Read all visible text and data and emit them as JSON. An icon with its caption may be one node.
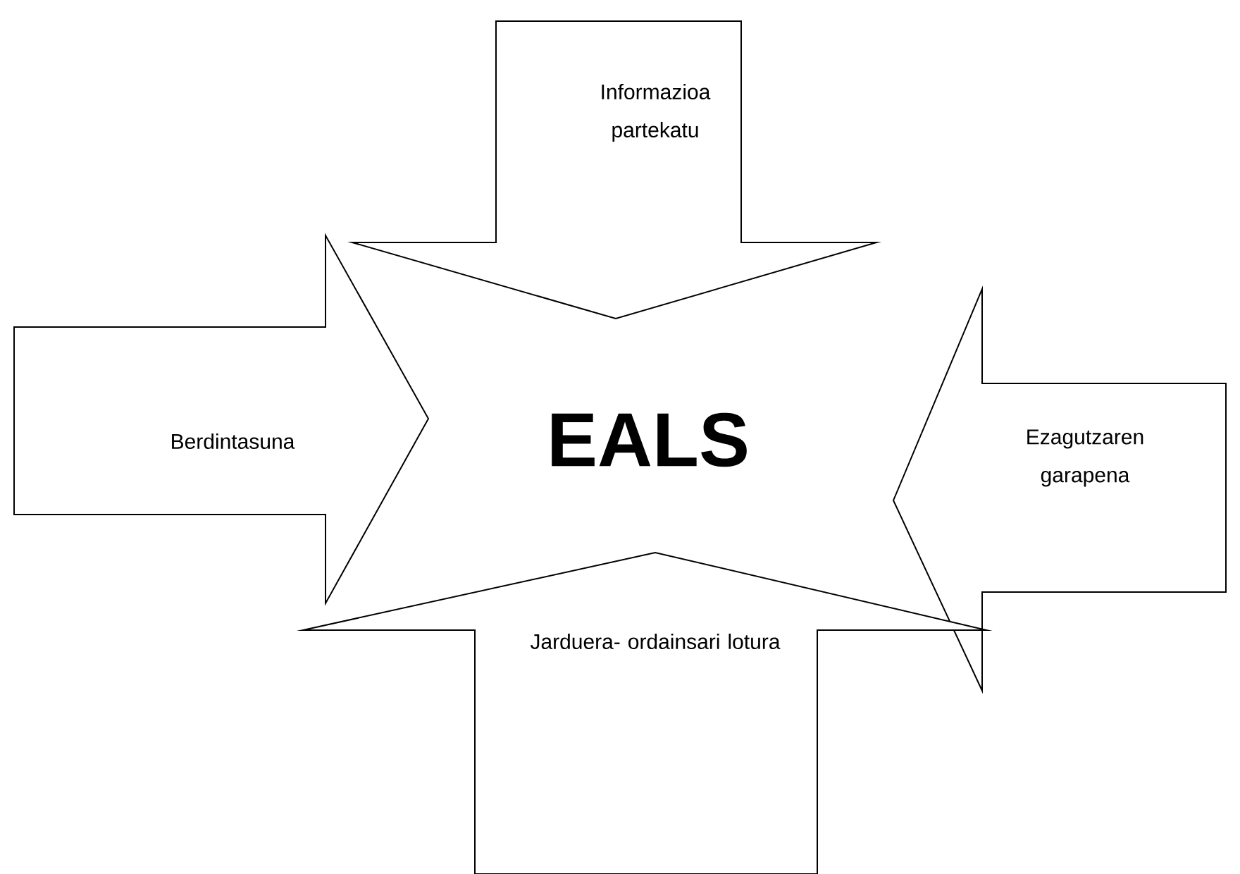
{
  "diagram": {
    "nodes": [
      {
        "text": [
          "Informazioa partekatu"
        ]
      },
      {
        "text": [
          "Berdintasuna"
        ]
      },
      {
        "text": [
          "Ezagutzaren garapena"
        ]
      },
      {
        "text": [
          "Jarduera- ordainsari lotura"
        ]
      }
    ],
    "labels": [
      "EALS"
    ]
  }
}
